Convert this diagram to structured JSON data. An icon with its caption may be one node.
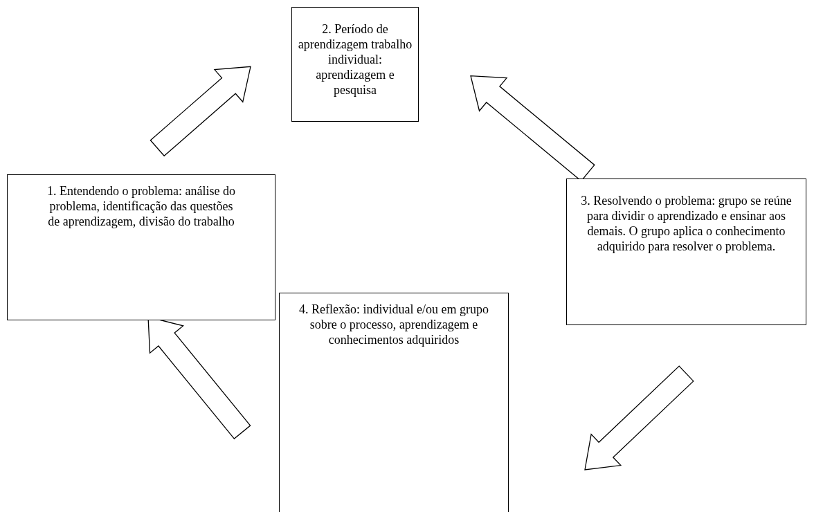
{
  "diagram": {
    "nodes": [
      {
        "text": [
          "1. Entendendo o problema: análise do problema, identificação das questões de aprendizagem, divisão do trabalho"
        ]
      },
      {
        "text": [
          "2. Período de aprendizagem trabalho individual: aprendizagem e pesquisa"
        ]
      },
      {
        "text": [
          "3. Resolvendo o problema: grupo se reúne para dividir o aprendizado e ensinar aos demais. O grupo aplica o conhecimento adquirido para resolver o problema."
        ]
      },
      {
        "text": [
          "4. Reflexão: individual e/ou em grupo sobre o processo, aprendizagem e conhecimentos adquiridos"
        ]
      }
    ],
    "edges": [
      {
        "from": 0,
        "to": 1,
        "arrow": "to"
      },
      {
        "from": 2,
        "to": 1,
        "arrow": "to"
      },
      {
        "from": 2,
        "to": 3,
        "arrow": "to"
      },
      {
        "from": 3,
        "to": 0,
        "arrow": "to"
      }
    ]
  }
}
